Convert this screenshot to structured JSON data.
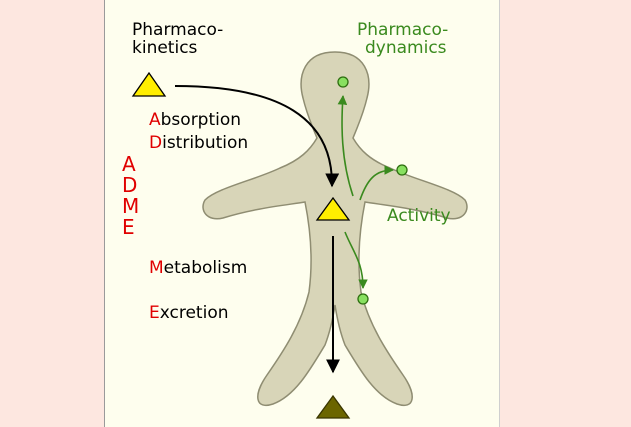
{
  "titles": {
    "pk_line1": "Pharmaco-",
    "pk_line2": "kinetics",
    "pd_line1": "Pharmaco-",
    "pd_line2": "dynamics"
  },
  "adme_letters": [
    "A",
    "D",
    "M",
    "E"
  ],
  "steps": [
    {
      "initial": "A",
      "rest": "bsorption"
    },
    {
      "initial": "D",
      "rest": "istribution"
    },
    {
      "initial": "M",
      "rest": "etabolism"
    },
    {
      "initial": "E",
      "rest": "xcretion"
    }
  ],
  "activity_label": "Activity",
  "colors": {
    "page_background": "#fde7e0",
    "panel_background": "#fefeee",
    "body_fill": "#d8d5b8",
    "drug_yellow": "#ffee00",
    "metabolite_olive": "#6b6500",
    "pd_green": "#3a8a1e",
    "adme_red": "#e00000",
    "target_green": "#88e060"
  }
}
